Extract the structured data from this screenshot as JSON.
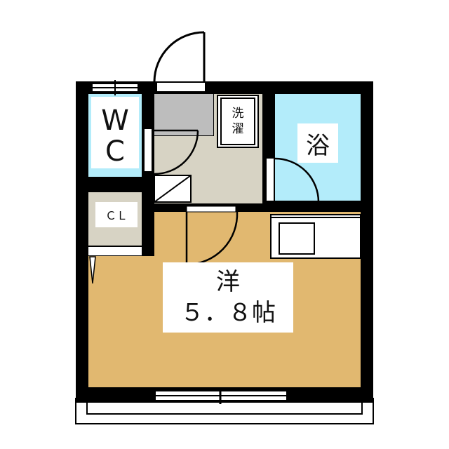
{
  "floorplan": {
    "colors": {
      "wall": "#000000",
      "western_room": "#e1b870",
      "wet_area": "#b3ecfa",
      "entrance": "#bdbdbd",
      "hall": "#d7d3c4",
      "closet": "#d7d3c4",
      "label_bg": "#ffffff"
    },
    "rooms": {
      "wc": {
        "line1": "W",
        "line2": "C"
      },
      "closet": {
        "label": "ＣＬ"
      },
      "laundry": {
        "line1": "洗",
        "line2": "濯"
      },
      "bath": {
        "label": "浴"
      },
      "western": {
        "type": "洋",
        "size": "５．８帖"
      }
    }
  }
}
